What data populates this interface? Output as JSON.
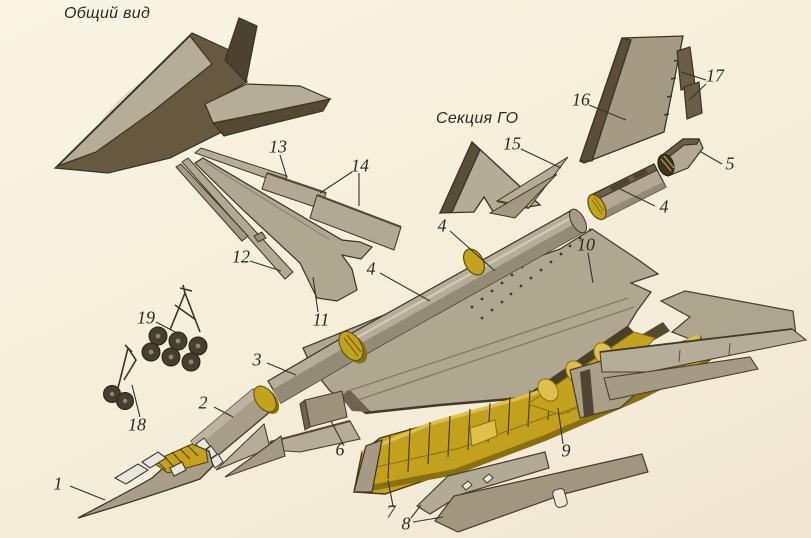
{
  "diagram": {
    "title": "Общий вид",
    "section_label": "Секция ГО"
  },
  "callouts": [
    {
      "id": "part-1",
      "label": "1"
    },
    {
      "id": "part-2",
      "label": "2"
    },
    {
      "id": "part-3",
      "label": "3"
    },
    {
      "id": "part-4-forward",
      "label": "4"
    },
    {
      "id": "part-4-center",
      "label": "4"
    },
    {
      "id": "part-4-rear",
      "label": "4"
    },
    {
      "id": "part-5",
      "label": "5"
    },
    {
      "id": "part-6",
      "label": "6"
    },
    {
      "id": "part-7",
      "label": "7"
    },
    {
      "id": "part-8",
      "label": "8"
    },
    {
      "id": "part-9",
      "label": "9"
    },
    {
      "id": "part-10",
      "label": "10"
    },
    {
      "id": "part-11",
      "label": "11"
    },
    {
      "id": "part-12",
      "label": "12"
    },
    {
      "id": "part-13",
      "label": "13"
    },
    {
      "id": "part-14",
      "label": "14"
    },
    {
      "id": "part-15",
      "label": "15"
    },
    {
      "id": "part-16",
      "label": "16"
    },
    {
      "id": "part-17",
      "label": "17"
    },
    {
      "id": "part-18",
      "label": "18"
    },
    {
      "id": "part-19",
      "label": "19"
    }
  ],
  "colors": {
    "background": "#f5eedb",
    "part-light": "#b6ad98",
    "part-mid": "#a59b85",
    "part-dark": "#7c7059",
    "part-darker": "#5a4e38",
    "frame-yellow": "#c4a21d",
    "frame-yellow-dark": "#8a6f10",
    "frame-yellow-light": "#dec04a",
    "outline": "#3a3426",
    "label-color": "#2b2922",
    "window": "#e6e7df"
  }
}
